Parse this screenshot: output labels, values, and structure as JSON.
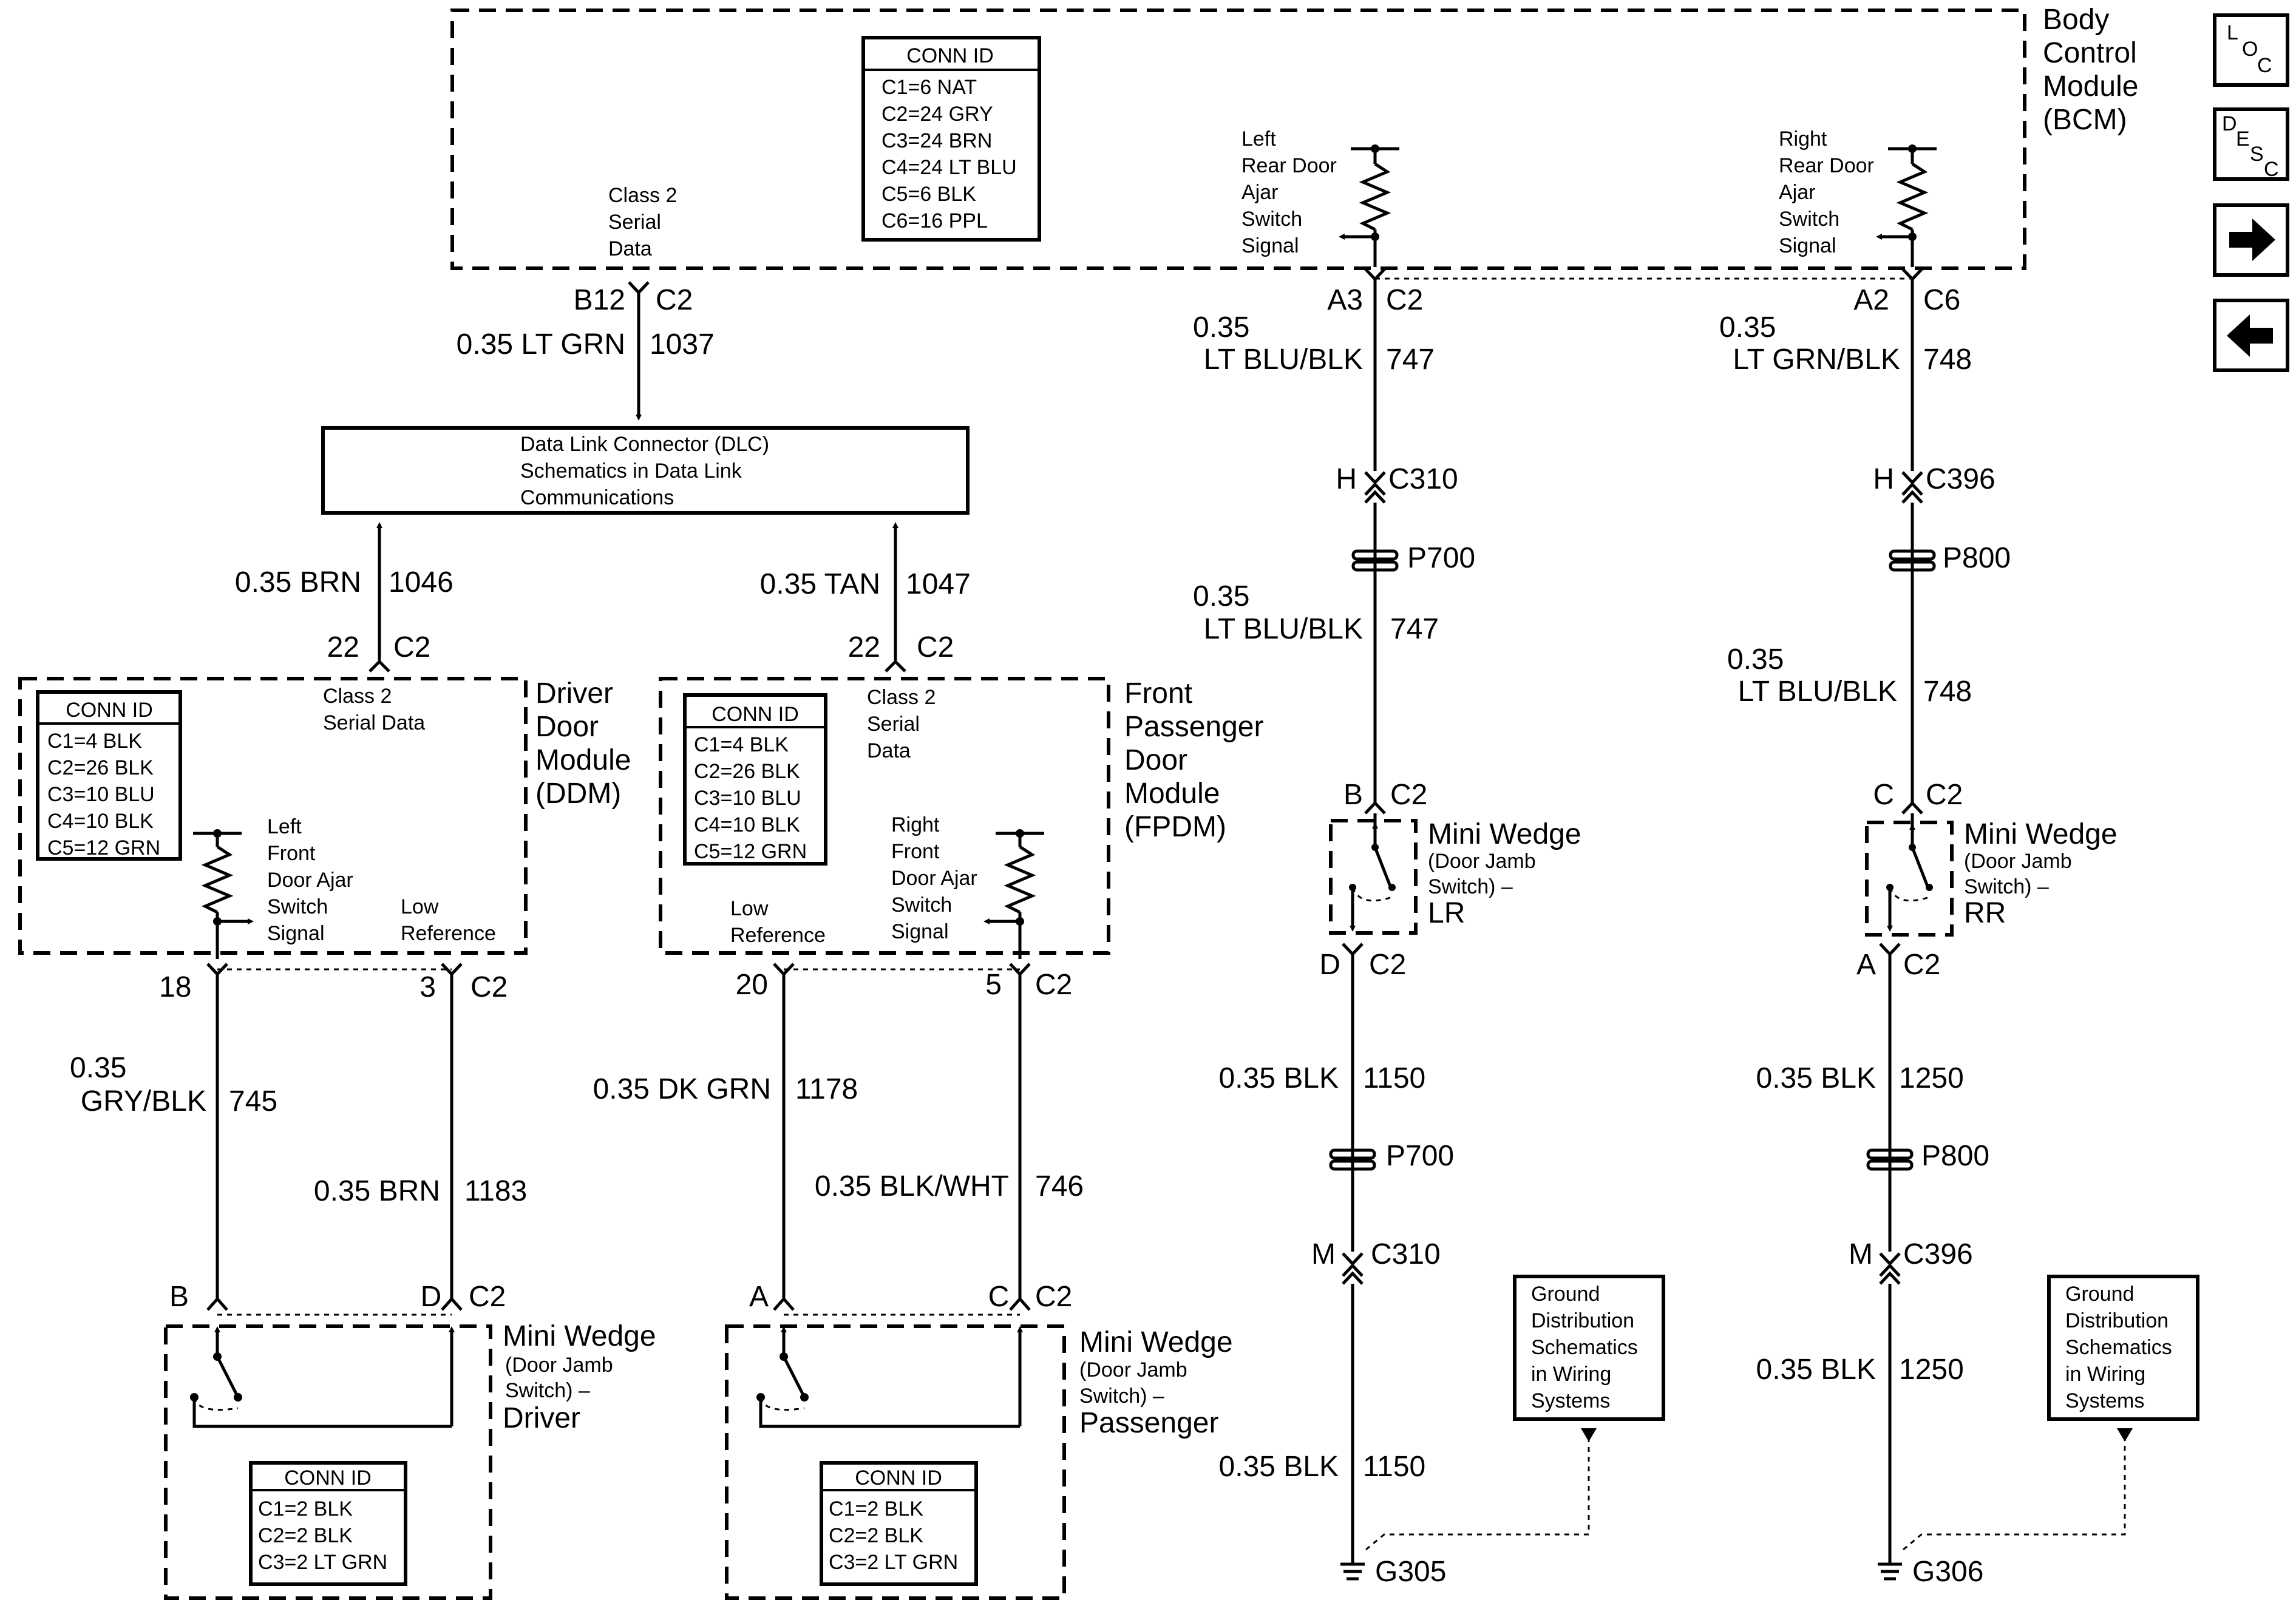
{
  "bcm": {
    "title": [
      "Body",
      "Control",
      "Module",
      "(BCM)"
    ],
    "conn_id": {
      "header": "CONN ID",
      "rows": [
        "C1=6 NAT",
        "C2=24 GRY",
        "C3=24 BRN",
        "C4=24 LT BLU",
        "C5=6 BLK",
        "C6=16 PPL"
      ]
    },
    "class2_label": [
      "Class 2",
      "Serial",
      "Data"
    ],
    "left_switch_label": [
      "Left",
      "Rear Door",
      "Ajar",
      "Switch",
      "Signal"
    ],
    "right_switch_label": [
      "Right",
      "Rear Door",
      "Ajar",
      "Switch",
      "Signal"
    ]
  },
  "nav": {
    "loc": [
      "L",
      "O",
      "C"
    ],
    "desc": [
      "D",
      "E",
      "S",
      "C"
    ]
  },
  "dlc": {
    "lines": [
      "Data Link Connector (DLC)",
      "Schematics in Data Link",
      "Communications"
    ]
  },
  "labels": {
    "bcm_pin_b12": "B12",
    "bcm_c2": "C2",
    "w1037_gauge": "0.35 LT GRN",
    "w1037_circuit": "1037",
    "w1046_gauge": "0.35 BRN",
    "w1046_circuit": "1046",
    "w1047_gauge": "0.35 TAN",
    "w1047_circuit": "1047",
    "ddm_pin22": "22",
    "ddm_c2": "C2",
    "fpdm_pin22": "22",
    "fpdm_c2": "C2",
    "a3": "A3",
    "a3_c2": "C2",
    "w747_gauge": [
      "0.35",
      "LT BLU/BLK"
    ],
    "w747_circuit": "747",
    "h_left": "H",
    "c310_top": "C310",
    "p700_top": "P700",
    "w747b_gauge": [
      "0.35",
      "LT BLU/BLK"
    ],
    "w747b_circuit": "747",
    "b_lr": "B",
    "b_lr_c2": "C2",
    "a2": "A2",
    "c6": "C6",
    "w748_gauge": [
      "0.35",
      "LT GRN/BLK"
    ],
    "w748_circuit": "748",
    "h_right": "H",
    "c396_top": "C396",
    "p800_top": "P800",
    "w748b_gauge": [
      "0.35",
      "LT BLU/BLK"
    ],
    "w748b_circuit": "748",
    "c_rr": "C",
    "c_rr_c2": "C2",
    "ddm_pin18": "18",
    "ddm_pin3": "3",
    "ddm_pin3_c2": "C2",
    "w745_gauge": [
      "0.35",
      "GRY/BLK"
    ],
    "w745_circuit": "745",
    "w1183_gauge": "0.35 BRN",
    "w1183_circuit": "1183",
    "fpdm_pin20": "20",
    "fpdm_pin5": "5",
    "fpdm_pin5_c2": "C2",
    "w1178_gauge": "0.35 DK GRN",
    "w1178_circuit": "1178",
    "w746_gauge": "0.35 BLK/WHT",
    "w746_circuit": "746",
    "drv_b": "B",
    "drv_d": "D",
    "drv_c2": "C2",
    "pas_a": "A",
    "pas_c": "C",
    "pas_c2": "C2",
    "lr_d": "D",
    "lr_d_c2": "C2",
    "w1150_gauge": "0.35 BLK",
    "w1150_circuit": "1150",
    "p700_bot": "P700",
    "m_left": "M",
    "c310_bot": "C310",
    "w1150b_gauge": "0.35 BLK",
    "w1150b_circuit": "1150",
    "g305": "G305",
    "rr_a": "A",
    "rr_a_c2": "C2",
    "w1250_gauge": "0.35 BLK",
    "w1250_circuit": "1250",
    "p800_bot": "P800",
    "m_right": "M",
    "c396_bot": "C396",
    "w1250b_gauge": "0.35 BLK",
    "w1250b_circuit": "1250",
    "g306": "G306"
  },
  "ddm": {
    "title": [
      "Driver",
      "Door",
      "Module",
      "(DDM)"
    ],
    "conn_id": {
      "header": "CONN ID",
      "rows": [
        "C1=4 BLK",
        "C2=26 BLK",
        "C3=10 BLU",
        "C4=10 BLK",
        "C5=12 GRN"
      ]
    },
    "class2_label": [
      "Class 2",
      "Serial Data"
    ],
    "switch_label": [
      "Left",
      "Front",
      "Door Ajar",
      "Switch",
      "Signal"
    ],
    "low_ref_label": [
      "Low",
      "Reference"
    ]
  },
  "fpdm": {
    "title": [
      "Front",
      "Passenger",
      "Door",
      "Module",
      "(FPDM)"
    ],
    "conn_id": {
      "header": "CONN ID",
      "rows": [
        "C1=4 BLK",
        "C2=26 BLK",
        "C3=10 BLU",
        "C4=10 BLK",
        "C5=12 GRN"
      ]
    },
    "class2_label": [
      "Class 2",
      "Serial",
      "Data"
    ],
    "switch_label": [
      "Right",
      "Front",
      "Door Ajar",
      "Switch",
      "Signal"
    ],
    "low_ref_label": [
      "Low",
      "Reference"
    ]
  },
  "wedge_lr": {
    "title": "Mini Wedge",
    "sub": [
      "(Door Jamb",
      "Switch) –"
    ],
    "name": "LR"
  },
  "wedge_rr": {
    "title": "Mini Wedge",
    "sub": [
      "(Door Jamb",
      "Switch) –"
    ],
    "name": "RR"
  },
  "wedge_driver": {
    "title": "Mini Wedge",
    "sub": [
      "(Door Jamb",
      "Switch) –"
    ],
    "name": "Driver",
    "conn_id": {
      "header": "CONN ID",
      "rows": [
        "C1=2 BLK",
        "C2=2 BLK",
        "C3=2 LT GRN"
      ]
    }
  },
  "wedge_passenger": {
    "title": "Mini Wedge",
    "sub": [
      "(Door Jamb",
      "Switch) –"
    ],
    "name": "Passenger",
    "conn_id": {
      "header": "CONN ID",
      "rows": [
        "C1=2 BLK",
        "C2=2 BLK",
        "C3=2 LT GRN"
      ]
    }
  },
  "ground_left": {
    "lines": [
      "Ground",
      "Distribution",
      "Schematics",
      "in Wiring",
      "Systems"
    ]
  },
  "ground_right": {
    "lines": [
      "Ground",
      "Distribution",
      "Schematics",
      "in Wiring",
      "Systems"
    ]
  }
}
